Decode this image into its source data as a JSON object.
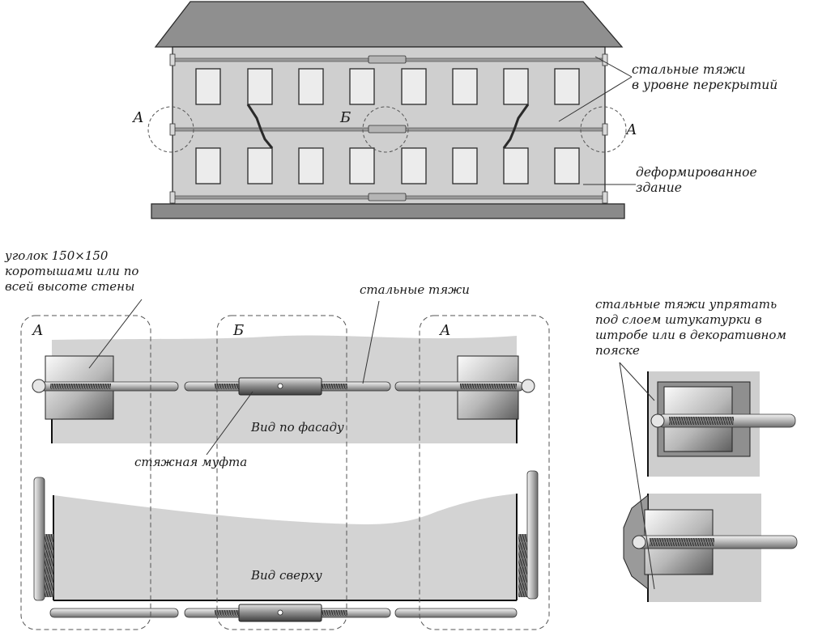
{
  "labels": {
    "steel_ties_floor_1": "стальные тяжи",
    "steel_ties_floor_2": "в уровне перекрытий",
    "deformed_1": "деформированное",
    "deformed_2": "здание",
    "section_a_left": "А",
    "section_b": "Б",
    "section_a_right": "А",
    "angle_1": "уголок 150×150",
    "angle_2": "коротышами или по",
    "angle_3": "всей высоте стены",
    "steel_ties": "стальные тяжи",
    "hide_1": "стальные тяжи упрятать",
    "hide_2": "под слоем штукатурки в",
    "hide_3": "штробе или в декоративном",
    "hide_4": "пояске",
    "detail_a_left": "А",
    "detail_b": "Б",
    "detail_a_right": "А",
    "facade_view": "Вид по фасаду",
    "coupling": "стяжная муфта",
    "top_view": "Вид сверху"
  }
}
